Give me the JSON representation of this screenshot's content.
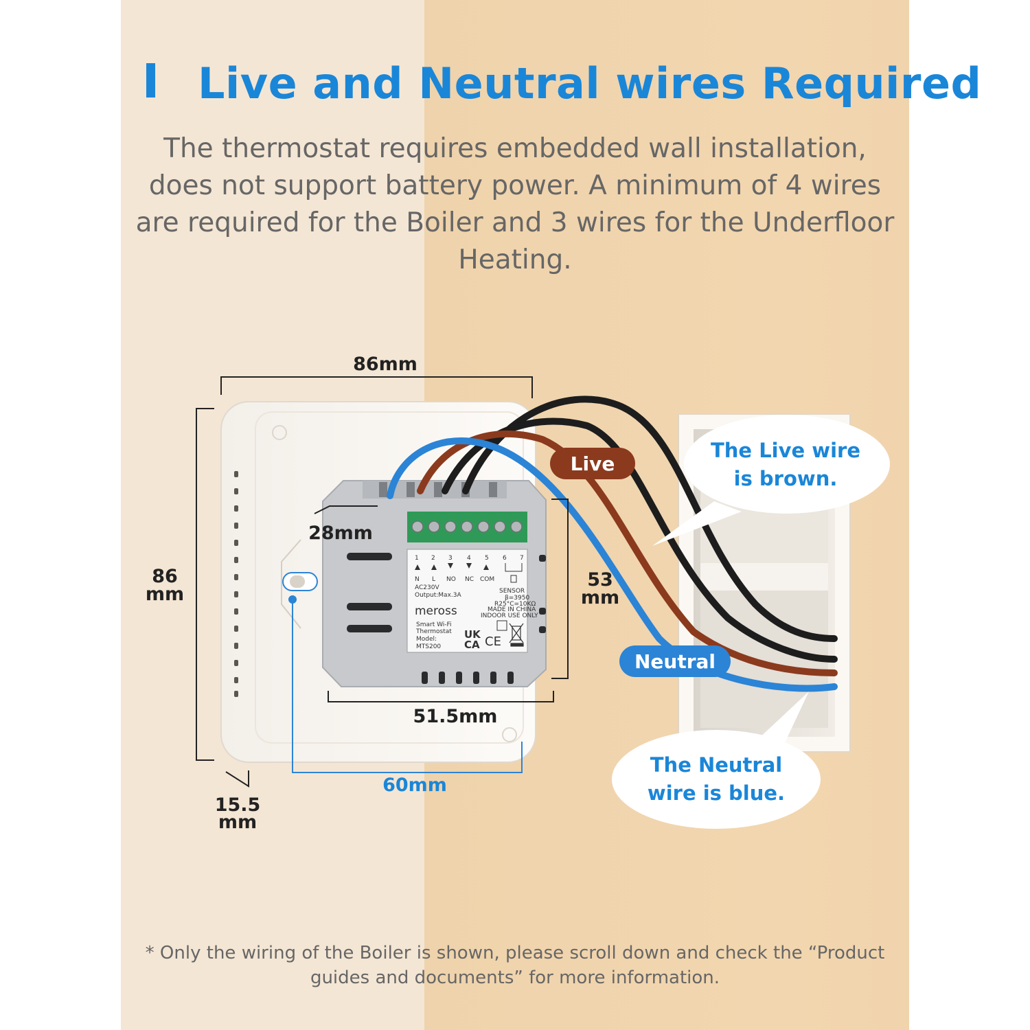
{
  "heading": {
    "title": "Live and Neutral wires Required",
    "subtitle": "The thermostat requires embedded wall installation, does not support battery power. A minimum of 4 wires are required for the Boiler and 3 wires for the Underfloor Heating.",
    "accent_color": "#1a86d8"
  },
  "dimensions": {
    "width": "86mm",
    "height_value": "86",
    "height_unit": "mm",
    "depth_value": "15.5",
    "depth_unit": "mm",
    "module_depth": "28mm",
    "module_width": "51.5mm",
    "module_height_value": "53",
    "module_height_unit": "mm",
    "hole_spacing": "60mm"
  },
  "wires": {
    "live_tag": "Live",
    "neutral_tag": "Neutral",
    "live_color": "#8b3a1e",
    "neutral_color": "#2b84d6",
    "black_color": "#1d1d1d",
    "live_bubble_line1": "The Live wire",
    "live_bubble_line2": "is brown.",
    "neutral_bubble_line1": "The Neutral",
    "neutral_bubble_line2": "wire is blue."
  },
  "module_label": {
    "terminal_numbers": [
      "1",
      "2",
      "3",
      "4",
      "5",
      "6",
      "7"
    ],
    "terminal_names": [
      "N",
      "L",
      "NO",
      "NC",
      "COM"
    ],
    "voltage": "AC230V",
    "output": "Output:Max.3A",
    "sensor": "SENSOR",
    "sensor_b": "β=3950",
    "sensor_r": "R25°C=10KΩ",
    "origin": "MADE IN CHINA",
    "indoor": "INDOOR USE ONLY",
    "brand": "meross",
    "product_line1": "Smart Wi-Fi",
    "product_line2": "Thermostat",
    "model_label": "Model:",
    "model": "MTS200",
    "mark_uk": "UK",
    "mark_ca": "CA",
    "mark_ce": "CE"
  },
  "footnote": "* Only the wiring of the Boiler is shown, please scroll down and check the “Product guides and documents”  for more information."
}
